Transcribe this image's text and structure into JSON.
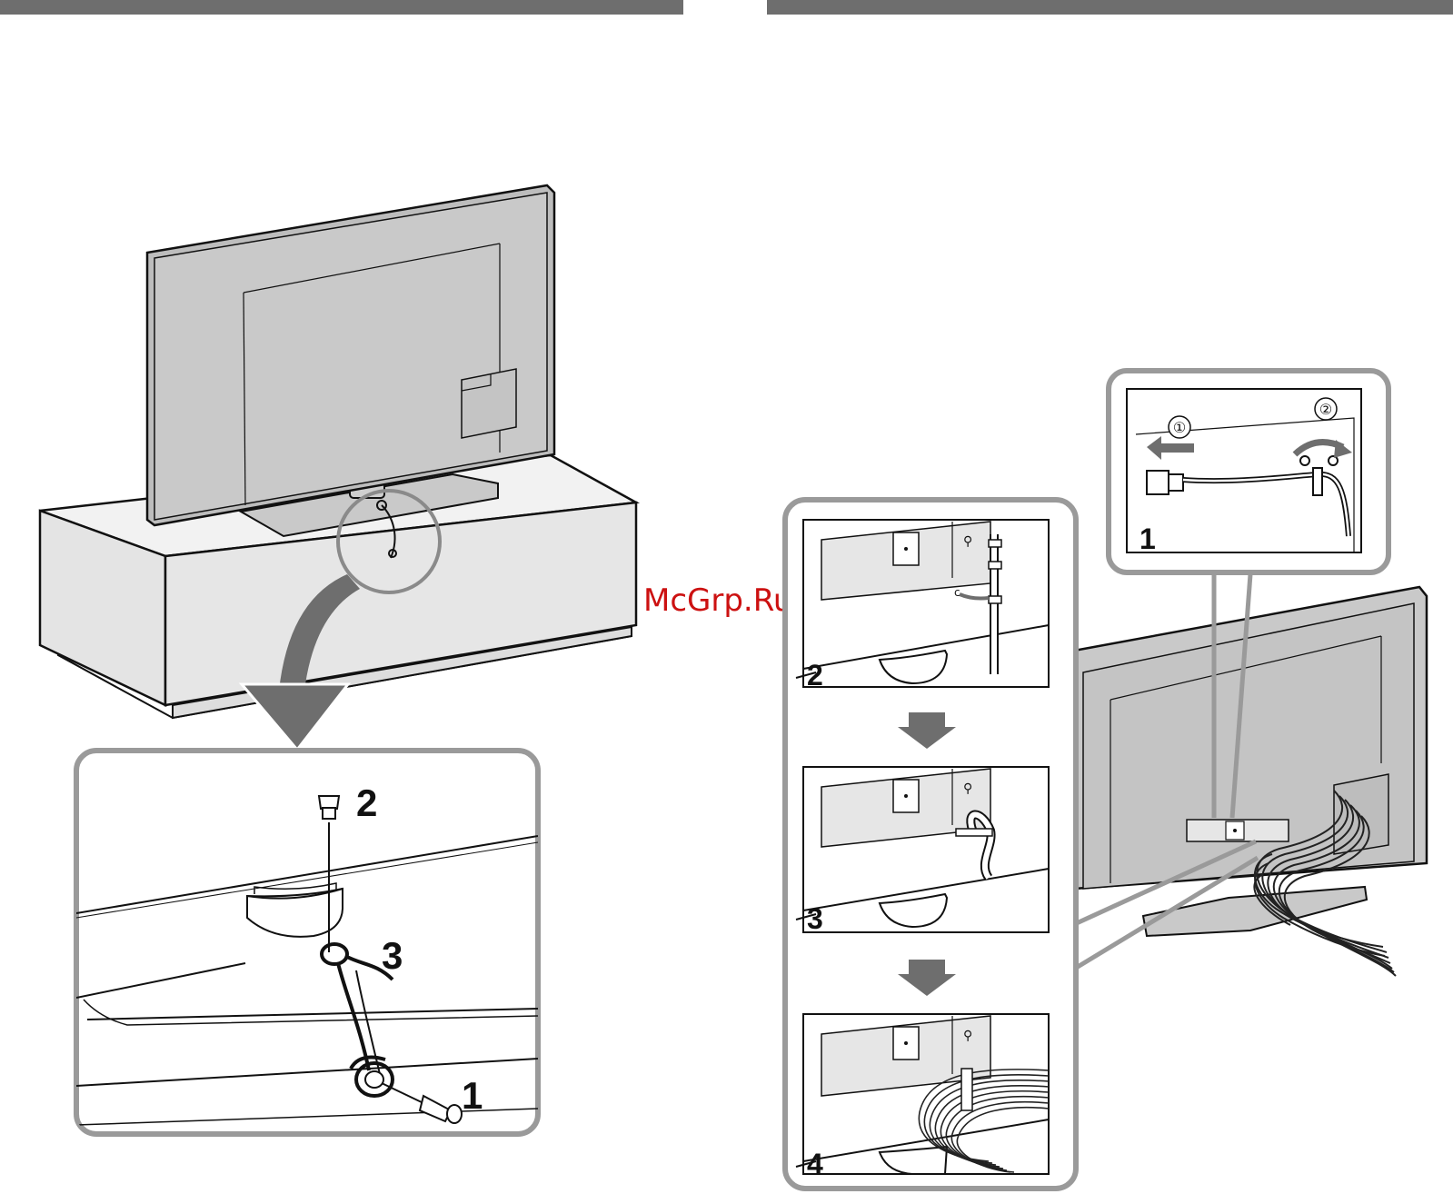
{
  "watermark": "McGrp.Ru",
  "left_figure": {
    "detail_steps": {
      "screw_bottom": "1",
      "screw_top": "2",
      "strap": "3"
    }
  },
  "right_figure": {
    "inset_top": {
      "step": "1",
      "sub_steps": [
        "①",
        "②"
      ]
    },
    "sequence_steps": [
      "2",
      "3",
      "4"
    ]
  },
  "colors": {
    "rule_bar": "#6e6e6e",
    "panel_frame": "#9a9a9a",
    "tv_body": "#c9c9c9",
    "stand_body": "#e6e6e6",
    "arrow": "#6e6e6e",
    "watermark": "#cc1111"
  },
  "icons": [
    "tv-rear-icon",
    "stand-icon",
    "screw-icon",
    "strap-icon",
    "cable-clip-icon",
    "power-cord-icon",
    "down-arrow-icon",
    "curved-arrow-icon"
  ]
}
